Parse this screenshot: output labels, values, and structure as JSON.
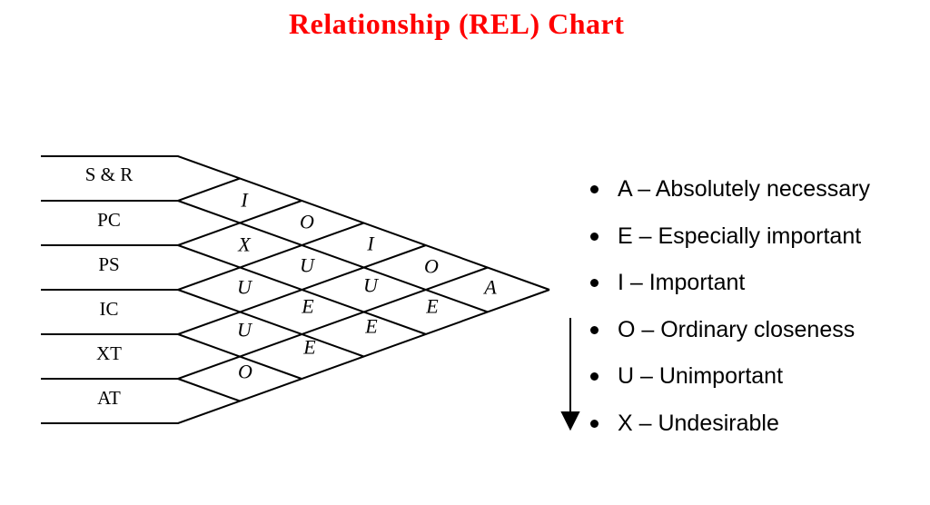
{
  "title": "Relationship (REL) Chart",
  "colors": {
    "title": "#ff0000",
    "lines": "#000000",
    "text": "#000000",
    "background": "#ffffff"
  },
  "diagram": {
    "type": "relationship-chart",
    "rows": [
      {
        "label": "S & R"
      },
      {
        "label": "PC"
      },
      {
        "label": "PS"
      },
      {
        "label": "IC"
      },
      {
        "label": "XT"
      },
      {
        "label": "AT"
      }
    ],
    "cells": [
      {
        "row_a": "S & R",
        "row_b": "PC",
        "value": "I"
      },
      {
        "row_a": "PC",
        "row_b": "PS",
        "value": "X"
      },
      {
        "row_a": "PS",
        "row_b": "IC",
        "value": "U"
      },
      {
        "row_a": "IC",
        "row_b": "XT",
        "value": "U"
      },
      {
        "row_a": "XT",
        "row_b": "AT",
        "value": "O"
      },
      {
        "row_a": "S & R",
        "row_b": "PS",
        "value": "O"
      },
      {
        "row_a": "PC",
        "row_b": "IC",
        "value": "U"
      },
      {
        "row_a": "PS",
        "row_b": "XT",
        "value": "E"
      },
      {
        "row_a": "IC",
        "row_b": "AT",
        "value": "E"
      },
      {
        "row_a": "S & R",
        "row_b": "IC",
        "value": "I"
      },
      {
        "row_a": "PC",
        "row_b": "XT",
        "value": "U"
      },
      {
        "row_a": "PS",
        "row_b": "AT",
        "value": "E"
      },
      {
        "row_a": "S & R",
        "row_b": "XT",
        "value": "O"
      },
      {
        "row_a": "PC",
        "row_b": "AT",
        "value": "E"
      },
      {
        "row_a": "S & R",
        "row_b": "AT",
        "value": "A"
      }
    ]
  },
  "legend": {
    "items": [
      {
        "code": "A",
        "label": "A – Absolutely necessary"
      },
      {
        "code": "E",
        "label": "E – Especially important"
      },
      {
        "code": "I",
        "label": "I – Important"
      },
      {
        "code": "O",
        "label": "O – Ordinary closeness"
      },
      {
        "code": "U",
        "label": "U – Unimportant"
      },
      {
        "code": "X",
        "label": "X – Undesirable"
      }
    ]
  }
}
